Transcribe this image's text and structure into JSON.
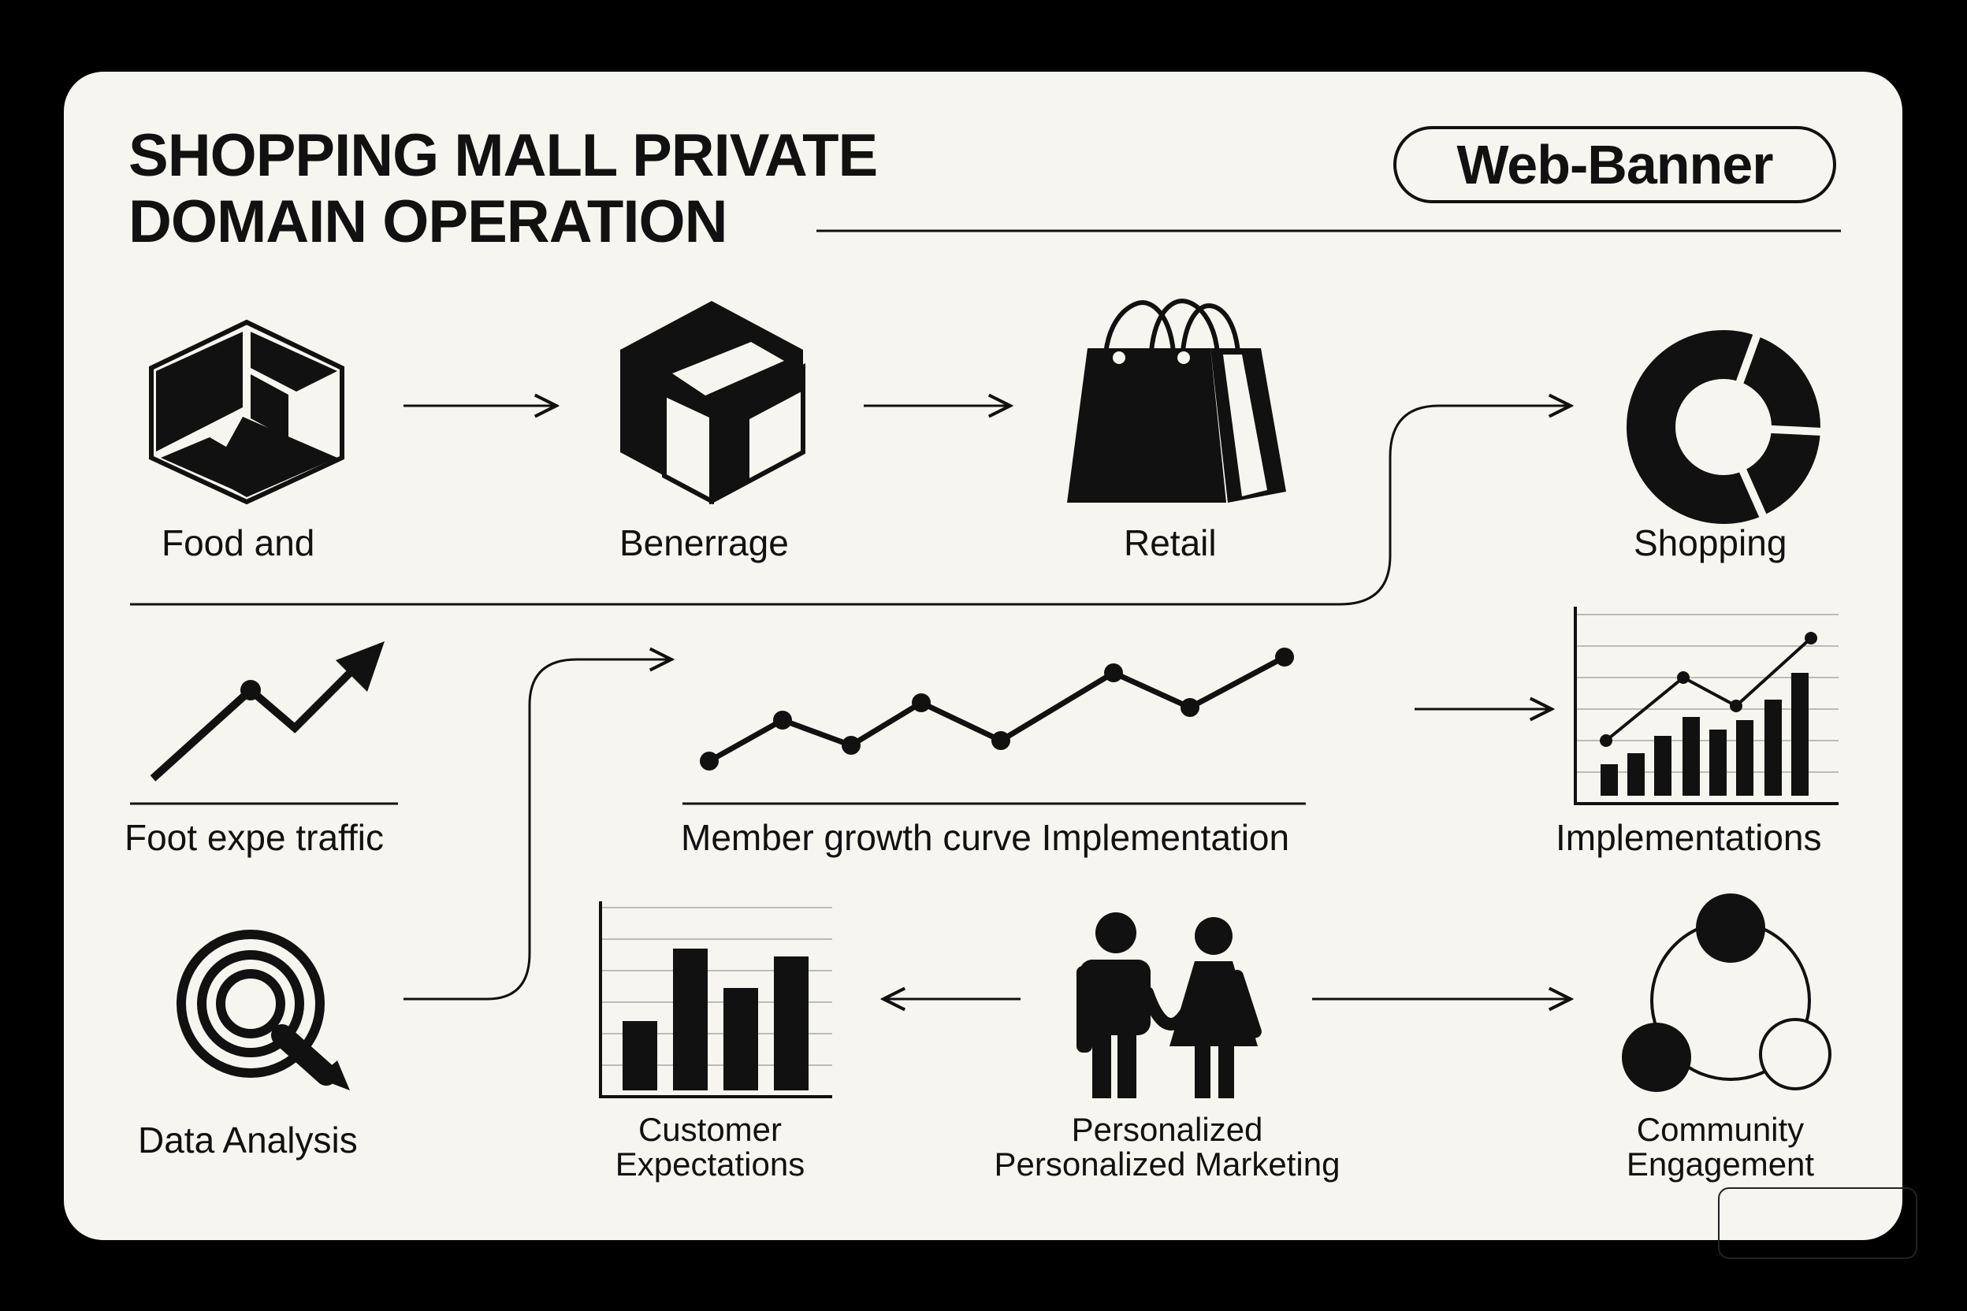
{
  "title": {
    "line1": "SHOPPING MALL PRIVATE",
    "line2": "DOMAIN OPERATION"
  },
  "badge": "Web-Banner",
  "row1": {
    "food": "Food and",
    "beverage": "Benerrage",
    "retail": "Retail",
    "shopping": "Shopping"
  },
  "row2": {
    "foot_traffic": "Foot expe traffic",
    "member_growth": "Member growth curve Implementation",
    "implementations": "Implementations"
  },
  "row3": {
    "data_analysis": "Data Analysis",
    "customer_line1": "Customer",
    "customer_line2": "Expectations",
    "personalized_line1": "Personalized",
    "personalized_line2": "Personalized Marketing",
    "community_line1": "Community",
    "community_line2": "Engagement"
  },
  "colors": {
    "background": "#000000",
    "card": "#f6f5f0",
    "ink": "#111111"
  },
  "icons": [
    "hexagon-cube-icon",
    "box-cube-icon",
    "shopping-bag-icon",
    "donut-ring-icon",
    "trend-arrow-icon",
    "bar-line-chart-icon",
    "target-search-icon",
    "bar-chart-icon",
    "couple-icon",
    "network-circles-icon"
  ]
}
